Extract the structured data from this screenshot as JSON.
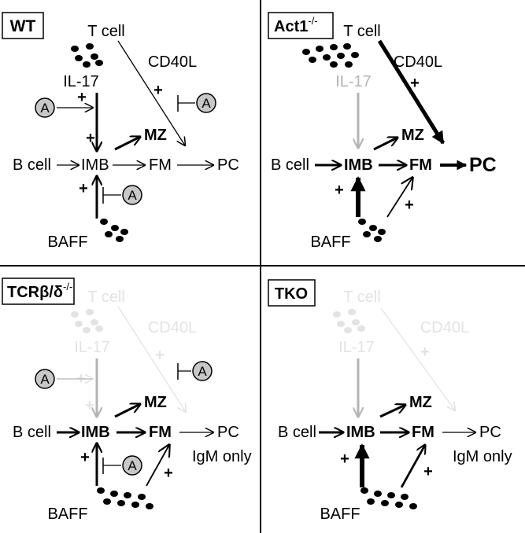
{
  "colors": {
    "black": "#000000",
    "gray": "#b4b4b4",
    "light": "#e3e3e3",
    "inhibitor_fill": "#c8c8c8"
  },
  "panels": [
    {
      "title": "WT",
      "t_cell": "T cell",
      "cd40l": "CD40L",
      "il17": "IL-17",
      "b_cell": "B cell",
      "imb": "IMB",
      "fm": "FM",
      "mz": "MZ",
      "pc": "PC",
      "baff": "BAFF",
      "plus": "+",
      "inhibitor": "A",
      "note": ""
    },
    {
      "title": "Act1",
      "title_sup": "-/-",
      "t_cell": "T cell",
      "cd40l": "CD40L",
      "il17": "IL-17",
      "b_cell": "B cell",
      "imb": "IMB",
      "fm": "FM",
      "mz": "MZ",
      "pc": "PC",
      "baff": "BAFF",
      "plus": "+",
      "note": ""
    },
    {
      "title": "TCRβ/δ",
      "title_sup": "-/-",
      "t_cell": "T cell",
      "cd40l": "CD40L",
      "il17": "IL-17",
      "b_cell": "B cell",
      "imb": "IMB",
      "fm": "FM",
      "mz": "MZ",
      "pc": "PC",
      "baff": "BAFF",
      "plus": "+",
      "inhibitor": "A",
      "note": "IgM only"
    },
    {
      "title": "TKO",
      "t_cell": "T cell",
      "cd40l": "CD40L",
      "il17": "IL-17",
      "b_cell": "B cell",
      "imb": "IMB",
      "fm": "FM",
      "mz": "MZ",
      "pc": "PC",
      "baff": "BAFF",
      "plus": "+",
      "note": "IgM only"
    }
  ]
}
